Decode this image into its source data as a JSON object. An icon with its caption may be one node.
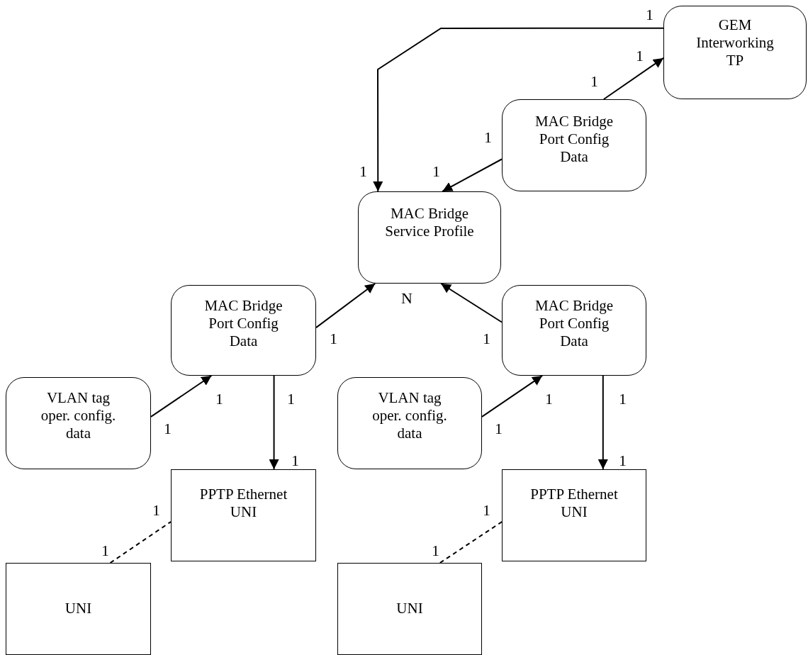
{
  "diagram": {
    "nodes": [
      {
        "text": [
          "GEM Interworking TP"
        ]
      },
      {
        "text": [
          "MAC Bridge Port Config Data"
        ]
      },
      {
        "text": [
          "MAC Bridge Service Profile"
        ]
      },
      {
        "text": [
          "MAC Bridge Port Config Data"
        ]
      },
      {
        "text": [
          "MAC Bridge Port Config Data"
        ]
      },
      {
        "text": [
          "VLAN tag oper. config. data"
        ]
      },
      {
        "text": [
          "VLAN tag oper. config. data"
        ]
      },
      {
        "text": [
          "PPTP Ethernet UNI"
        ]
      },
      {
        "text": [
          "PPTP Ethernet UNI"
        ]
      },
      {
        "text": [
          "UNI"
        ]
      },
      {
        "text": [
          "UNI"
        ]
      }
    ],
    "edges": [
      {
        "from": 0,
        "to": 2,
        "arrow": "to"
      },
      {
        "from": 1,
        "to": 0,
        "arrow": "to"
      },
      {
        "from": 1,
        "to": 2,
        "arrow": "to"
      },
      {
        "from": 3,
        "to": 2,
        "arrow": "to"
      },
      {
        "from": 4,
        "to": 2,
        "arrow": "to"
      },
      {
        "from": 5,
        "to": 3,
        "arrow": "to"
      },
      {
        "from": 6,
        "to": 4,
        "arrow": "to"
      },
      {
        "from": 3,
        "to": 7,
        "arrow": "to"
      },
      {
        "from": 4,
        "to": 8,
        "arrow": "to"
      },
      {
        "from": 9,
        "to": 7,
        "arrow": "none",
        "style": "dashed"
      },
      {
        "from": 10,
        "to": 8,
        "arrow": "none",
        "style": "dashed"
      }
    ],
    "labels": [
      "1",
      "1",
      "1",
      "1",
      "1",
      "1",
      "N",
      "1",
      "1",
      "1",
      "1",
      "1",
      "1",
      "1",
      "1",
      "1",
      "1",
      "1",
      "1",
      "1",
      "1"
    ]
  }
}
